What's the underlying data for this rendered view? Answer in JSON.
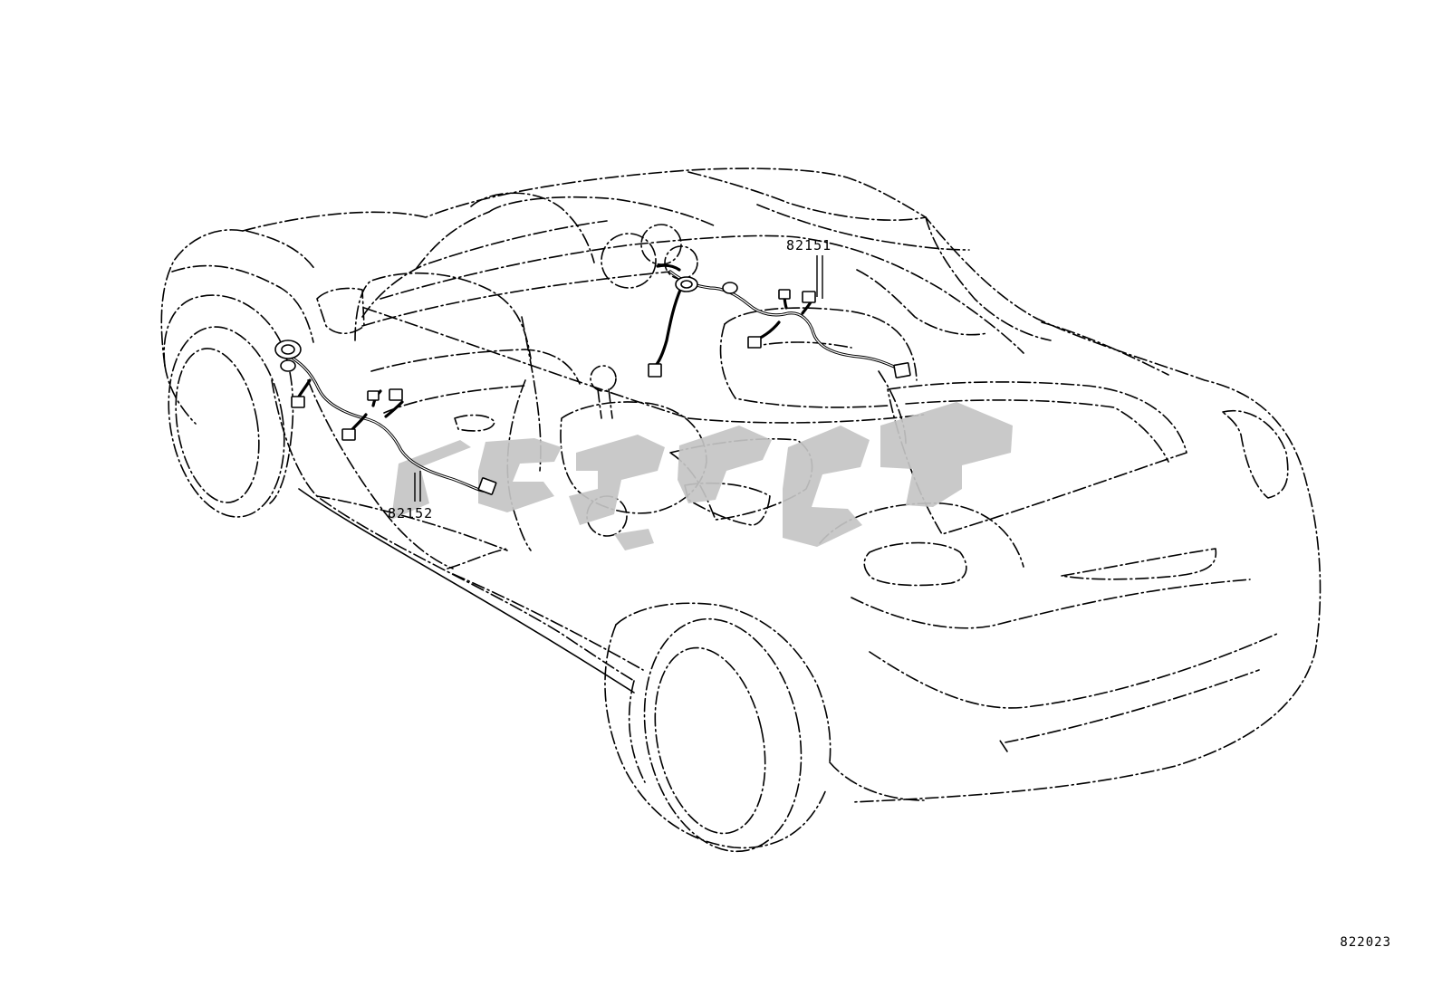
{
  "parts": [
    {
      "id": "right-harness",
      "label": "82151"
    },
    {
      "id": "left-harness",
      "label": "82152"
    }
  ],
  "reference_code": "822023",
  "colors": {
    "line": "#000000",
    "background": "#ffffff",
    "watermark": "#c4c4c4"
  }
}
